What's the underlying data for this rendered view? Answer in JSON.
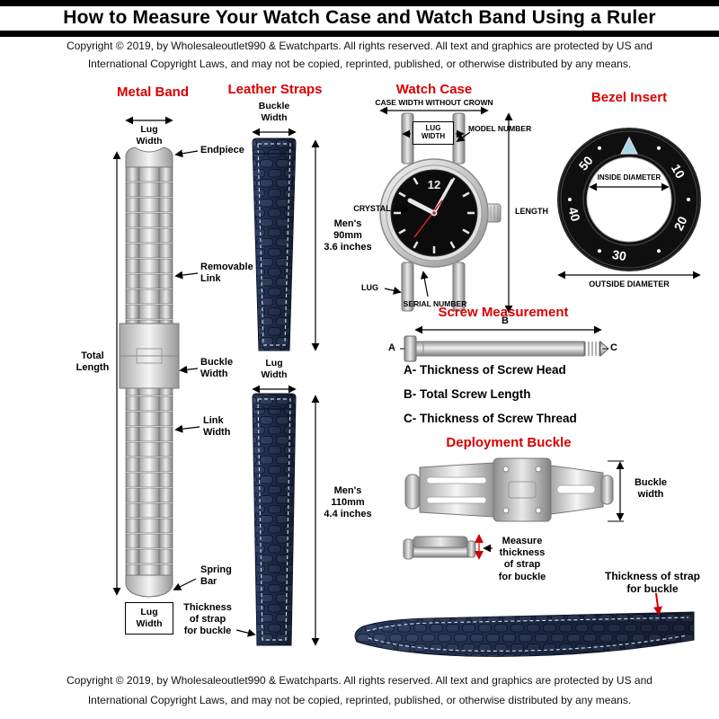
{
  "header": {
    "title": "How to Measure Your Watch Case and Watch Band Using a Ruler",
    "copyright_line1": "Copyright  © 2019, by Wholesaleoutlet990 & Ewatchparts. All rights reserved. All text and graphics are protected by US and",
    "copyright_line2": "International Copyright Laws, and may not be copied, reprinted, published, or otherwise distributed by any  means."
  },
  "footer": {
    "copyright_line1": "Copyright  © 2019, by Wholesaleoutlet990 & Ewatchparts. All rights reserved. All text and graphics are protected by US and",
    "copyright_line2": "International Copyright Laws, and may not be copied, reprinted, published, or otherwise distributed by any  means."
  },
  "metal_band": {
    "heading": "Metal Band",
    "lug_width_top": "Lug\nWidth",
    "endpiece": "Endpiece",
    "removable_link": "Removable\nLink",
    "total_length": "Total\nLength",
    "buckle_width": "Buckle\nWidth",
    "link_width": "Link\nWidth",
    "spring_bar": "Spring\nBar",
    "lug_width_bottom": "Lug\nWidth"
  },
  "leather_straps": {
    "heading": "Leather Straps",
    "buckle_width": "Buckle\nWidth",
    "mens_90": "Men's\n90mm\n3.6 inches",
    "lug_width": "Lug\nWidth",
    "mens_110": "Men's\n110mm\n4.4 inches",
    "thickness_of_strap": "Thickness\nof strap\nfor buckle"
  },
  "watch_case": {
    "heading": "Watch Case",
    "case_width": "CASE WIDTH WITHOUT CROWN",
    "lug_width": "LUG\nWIDTH",
    "model_number": "MODEL NUMBER",
    "crystal": "CRYSTAL",
    "length": "LENGTH",
    "lug": "LUG",
    "serial_number": "SERIAL NUMBER",
    "dial_numeral": "12"
  },
  "bezel_insert": {
    "heading": "Bezel Insert",
    "inside_diameter": "INSIDE DIAMETER",
    "outside_diameter": "OUTSIDE DIAMETER",
    "numbers": [
      "50",
      "40",
      "30",
      "20",
      "10"
    ]
  },
  "screw": {
    "heading": "Screw Measurement",
    "label_a": "A",
    "label_b": "B",
    "label_c": "C",
    "line_a": "A- Thickness of Screw Head",
    "line_b": "B- Total Screw Length",
    "line_c": "C- Thickness of Screw Thread"
  },
  "deployment": {
    "heading": "Deployment Buckle",
    "buckle_width": "Buckle\nwidth",
    "measure_thickness": "Measure\nthickness\nof strap\nfor buckle",
    "strap_thickness": "Thickness of strap\nfor buckle"
  },
  "colors": {
    "heading_red": "#d90000",
    "leather_navy": "#1b2744",
    "bezel_marker_blue": "#a7d6e8",
    "second_hand_red": "#cc2222"
  }
}
